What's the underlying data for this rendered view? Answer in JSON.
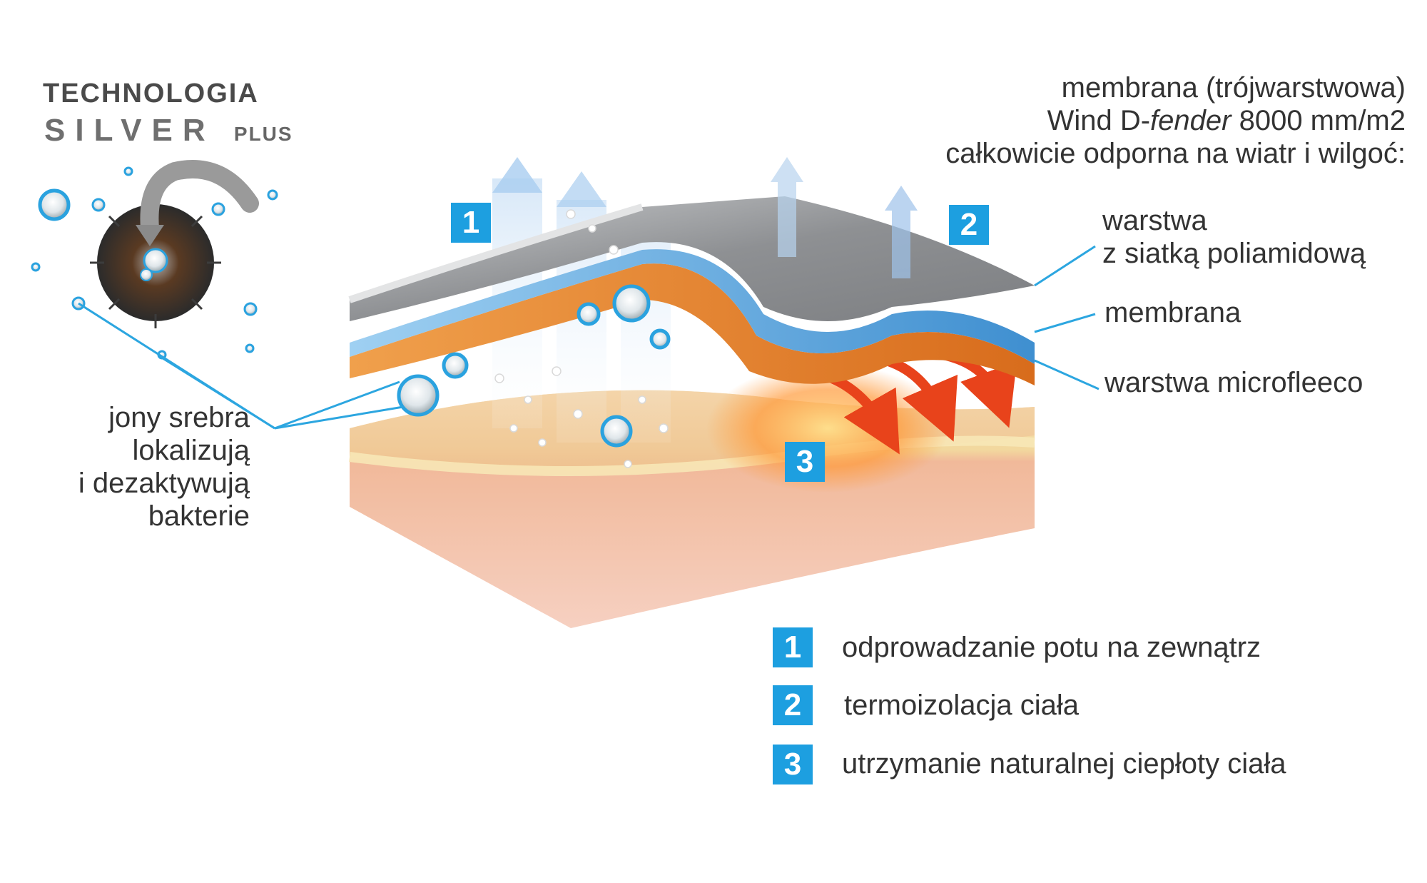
{
  "logo": {
    "line1": "TECHNOLOGIA",
    "line2": "SILVER",
    "line2_suffix": "PLUS"
  },
  "ions_caption": {
    "lines": [
      "jony srebra",
      "lokalizują",
      "i dezaktywują",
      "bakterie"
    ]
  },
  "membrane_header": {
    "line1": "membrana (trójwarstwowa)",
    "line2_prefix": "Wind D-",
    "line2_italic": "fender",
    "line2_suffix": " 8000 mm/m2",
    "line3": "całkowicie odporna na wiatr i wilgoć:"
  },
  "layers": {
    "outer_line1": "warstwa",
    "outer_line2": "z siatką poliamidową",
    "middle": "membrana",
    "inner": "warstwa microfleeco"
  },
  "badges": {
    "b1": "1",
    "b2": "2",
    "b3": "3"
  },
  "legend": [
    {
      "num": "1",
      "text": "odprowadzanie potu na zewnątrz"
    },
    {
      "num": "2",
      "text": "termoizolacja ciała"
    },
    {
      "num": "3",
      "text": "utrzymanie naturalnej ciepłoty ciała"
    }
  ],
  "colors": {
    "badge_blue": "#1d9fe0",
    "outer_layer_gray": "#8d8f92",
    "membrane_blue": "#5fa8dc",
    "fleece_orange": "#e07d2a",
    "skin": "#f3cfa3",
    "callout_line": "#2ca6e0"
  }
}
